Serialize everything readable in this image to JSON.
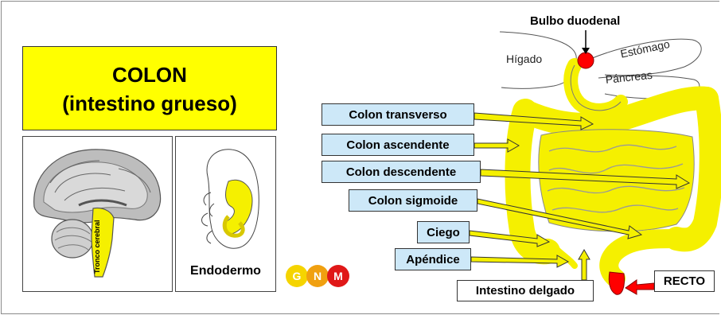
{
  "title": {
    "line1": "COLON",
    "line2": "(intestino grueso)"
  },
  "panels": {
    "brain_label": "Tronco cerebral",
    "embryo_label": "Endodermo"
  },
  "logo": {
    "letters": [
      "G",
      "N",
      "M"
    ],
    "colors": [
      "#f5d400",
      "#f0a010",
      "#e01818"
    ]
  },
  "organs": {
    "bulbo": "Bulbo duodenal",
    "higado": "Hígado",
    "estomago": "Estómago",
    "pancreas": "Páncreas"
  },
  "labels": {
    "colon_transverso": "Colon transverso",
    "colon_ascendente": "Colon ascendente",
    "colon_descendente": "Colon descendente",
    "colon_sigmoide": "Colon sigmoide",
    "ciego": "Ciego",
    "apendice": "Apéndice",
    "intestino_delgado": "Intestino delgado",
    "recto": "RECTO"
  },
  "colors": {
    "label_bg": "#cde8f8",
    "title_bg": "#ffff00",
    "intestine": "#f5f000",
    "highlight": "#ff0000"
  }
}
